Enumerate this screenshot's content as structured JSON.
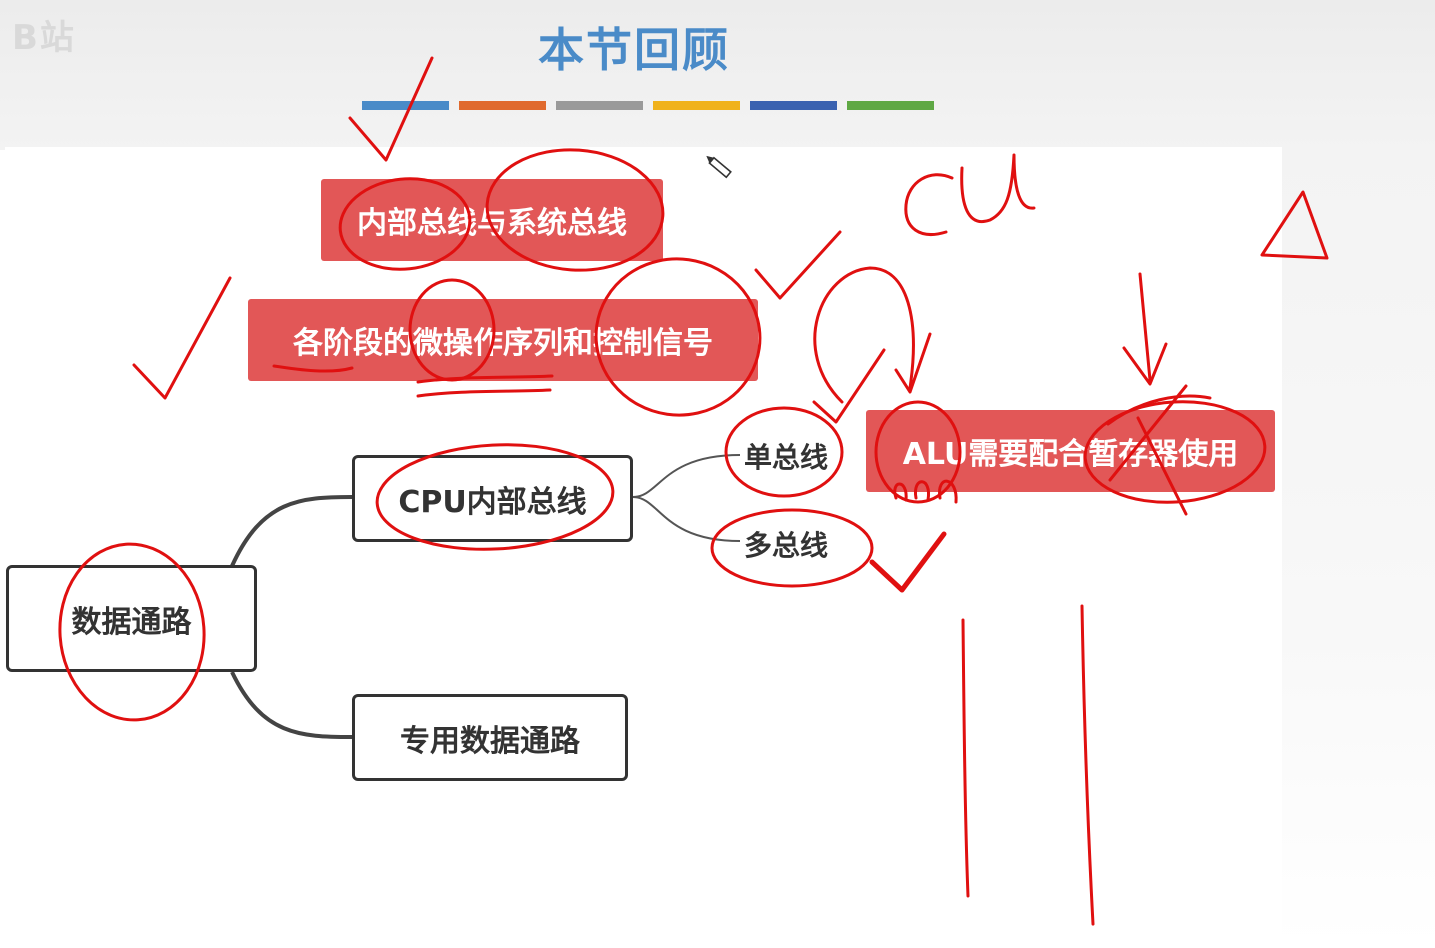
{
  "header": {
    "watermark": "B站",
    "title": "本节回顾",
    "color_bars": [
      "#4a8bc8",
      "#e06a2e",
      "#9a9a9a",
      "#f0b21c",
      "#3a62b0",
      "#5fa844"
    ]
  },
  "review_boxes": {
    "box1": "内部总线与系统总线",
    "box2": "各阶段的微操作序列和控制信号",
    "box3": "ALU需要配合暂存器使用"
  },
  "mindmap": {
    "root": "数据通路",
    "branch_cpu": "CPU内部总线",
    "branch_dedicated": "专用数据通路",
    "leaf_single": "单总线",
    "leaf_multi": "多总线"
  },
  "colors": {
    "box_red": "#e25757",
    "ink_red": "#e01010",
    "node_border": "#333333",
    "title_blue": "#4a8bc8"
  }
}
